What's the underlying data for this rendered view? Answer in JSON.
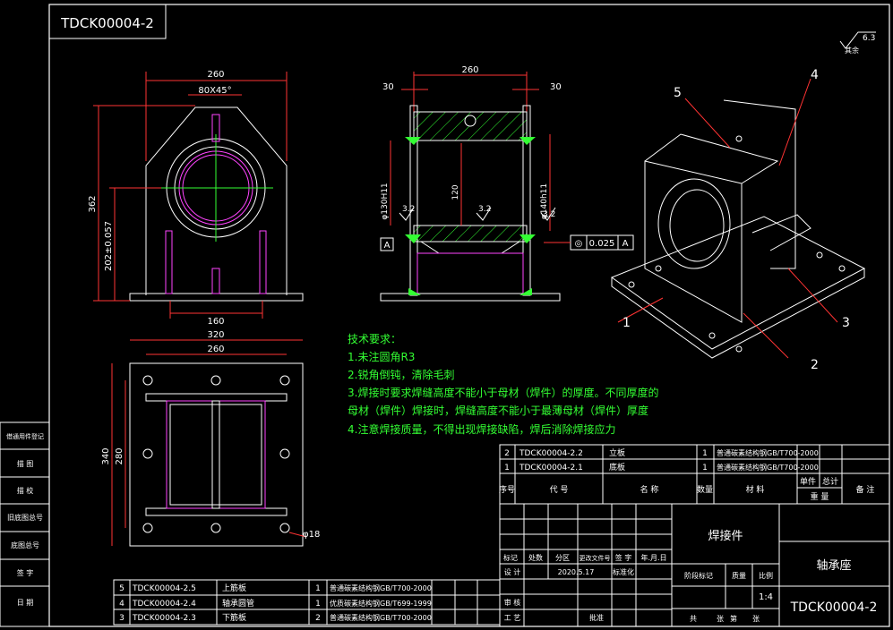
{
  "drawing_number_top": "TDCK00004-2",
  "roughness": {
    "value": "6.3",
    "note": "其余"
  },
  "front_view": {
    "dim_width": "260",
    "dim_chamfer": "80X45°",
    "dim_height": "362",
    "dim_center_height": "202±0.057",
    "dim_feet": "160"
  },
  "section_view": {
    "dim_width": "260",
    "dim_left": "30",
    "dim_right": "30",
    "dim_bore": "φ130H11",
    "dim_outer": "φ140h11",
    "dim_mid": "120",
    "rough_left": "3.2",
    "rough_mid": "3.2",
    "rough_right": "3.2",
    "datum": "A",
    "tolerance_symbol": "◎",
    "tolerance_value": "0.025",
    "tolerance_datum": "A"
  },
  "top_view": {
    "dim_outer_width": "320",
    "dim_inner_width": "260",
    "dim_outer_height": "340",
    "dim_inner_height": "280",
    "dim_hole": "φ18"
  },
  "iso_labels": [
    "1",
    "2",
    "3",
    "4",
    "5"
  ],
  "tech_requirements": {
    "title": "技术要求：",
    "items": [
      "1.未注圆角R3",
      "2.锐角倒钝，清除毛刺",
      "3.焊接时要求焊缝高度不能小于母材（焊件）的厚度。不同厚度的",
      "母材（焊件）焊接时，焊缝高度不能小于最薄母材（焊件）厚度",
      "4.注意焊接质量，不得出现焊接缺陷，焊后消除焊接应力"
    ]
  },
  "parts_upper": [
    {
      "seq": "2",
      "code": "TDCK00004-2.2",
      "name": "立板",
      "qty": "1",
      "material": "普通碳素结构钢GB/T700-2000"
    },
    {
      "seq": "1",
      "code": "TDCK00004-2.1",
      "name": "底板",
      "qty": "1",
      "material": "普通碳素结构钢GB/T700-2000"
    }
  ],
  "parts_header": {
    "seq": "序号",
    "code": "代 号",
    "name": "名 称",
    "qty": "数量",
    "material": "材 料",
    "single": "单件",
    "total": "总计",
    "weight": "重 量",
    "remark": "备 注"
  },
  "parts_lower": [
    {
      "seq": "5",
      "code": "TDCK00004-2.5",
      "name": "上筋板",
      "qty": "1",
      "material": "普通碳素结构钢GB/T700-2000"
    },
    {
      "seq": "4",
      "code": "TDCK00004-2.4",
      "name": "轴承圆管",
      "qty": "1",
      "material": "优质碳素结构钢GB/T699-1999"
    },
    {
      "seq": "3",
      "code": "TDCK00004-2.3",
      "name": "下筋板",
      "qty": "2",
      "material": "普通碳素结构钢GB/T700-2000"
    }
  ],
  "title_block": {
    "part_type": "焊接件",
    "part_name": "轴承座",
    "drawing_number": "TDCK00004-2",
    "scale": "1:4",
    "labels": {
      "mark": "标记",
      "count": "处数",
      "zone": "分区",
      "change_doc": "更改文件号",
      "sign": "签 字",
      "date": "年.月.日",
      "design": "设 计",
      "date_value": "2020.5.17",
      "standardize": "标准化",
      "stage": "阶段标记",
      "weight": "质量",
      "ratio": "比例",
      "review": "审 核",
      "process": "工 艺",
      "approve": "批准",
      "total_sheets": "共",
      "sheet_word": "张",
      "page_no": "第",
      "page_word": "张"
    }
  },
  "side_labels": [
    "借通用件登记",
    "描 图",
    "描 校",
    "旧底图总号",
    "底图总号",
    "签 字",
    "日 期"
  ]
}
